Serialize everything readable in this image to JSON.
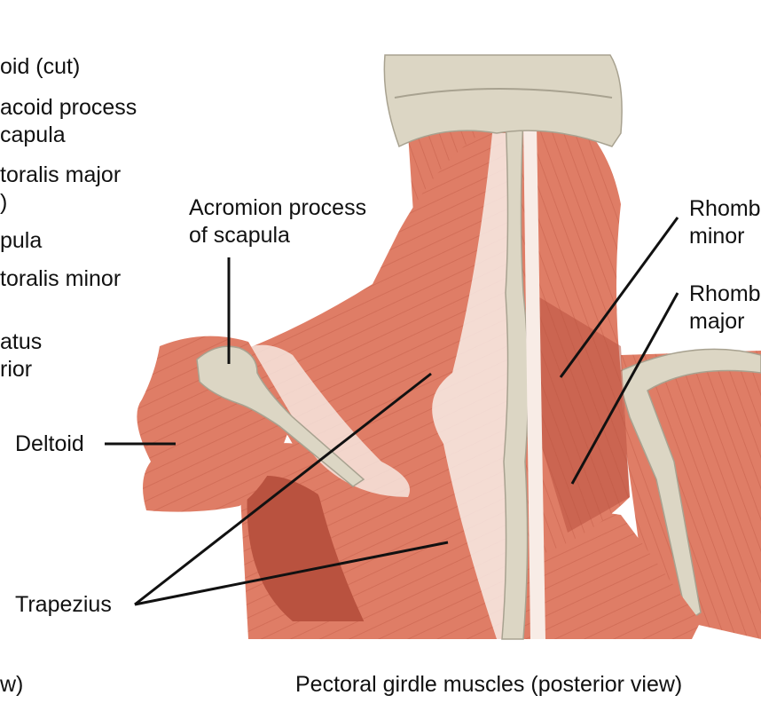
{
  "colors": {
    "muscle": "#df7d66",
    "muscle_dark": "#b9523f",
    "muscle_light": "#f2c3b3",
    "tendon": "#f8ece6",
    "bone": "#dcd6c4",
    "bone_dark": "#a8a290",
    "leader": "#111111"
  },
  "left_labels": {
    "deltoid_cut": "oid (cut)",
    "coracoid_1": "acoid process",
    "coracoid_2": "capula",
    "pec_major_1": "toralis major",
    "pec_major_2": ")",
    "scapula": "pula",
    "pec_minor": "toralis minor",
    "serratus_1": "atus",
    "serratus_2": "rior",
    "anterior_caption": "w)"
  },
  "labels": {
    "acromion_1": "Acromion process",
    "acromion_2": "of scapula",
    "deltoid": "Deltoid",
    "trapezius": "Trapezius",
    "rhomboid_minor_1": "Rhomb",
    "rhomboid_minor_2": "minor",
    "rhomboid_major_1": "Rhomb",
    "rhomboid_major_2": "major"
  },
  "caption": "Pectoral girdle muscles (posterior view)"
}
